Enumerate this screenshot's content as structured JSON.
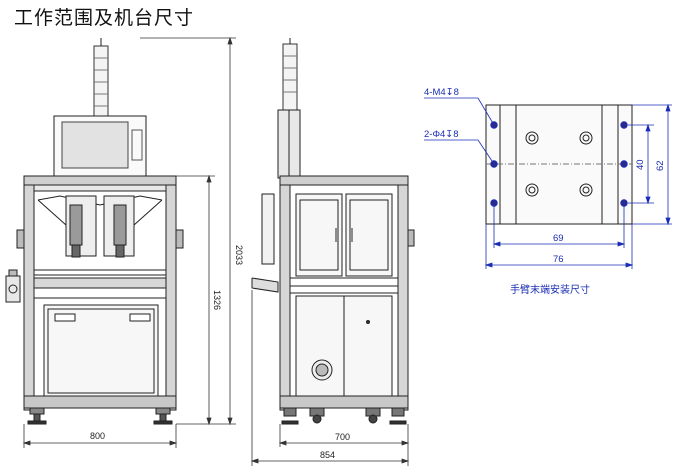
{
  "title": "工作范围及机台尺寸",
  "dimensions": {
    "front_width": "800",
    "front_height_total": "2033",
    "front_height_body": "1326",
    "side_depth": "700",
    "side_depth_total": "854",
    "plate_width_inner": "69",
    "plate_width_outer": "76",
    "plate_height_inner": "40",
    "plate_height_outer": "62"
  },
  "callouts": {
    "thread_holes": "4-M4↧8",
    "pin_holes": "2-Φ4↧8"
  },
  "caption": "手臂末端安装尺寸",
  "colors": {
    "line": "#222222",
    "frame": "#555555",
    "annotation": "#1a2db5",
    "screen": "#d9d9d9"
  }
}
